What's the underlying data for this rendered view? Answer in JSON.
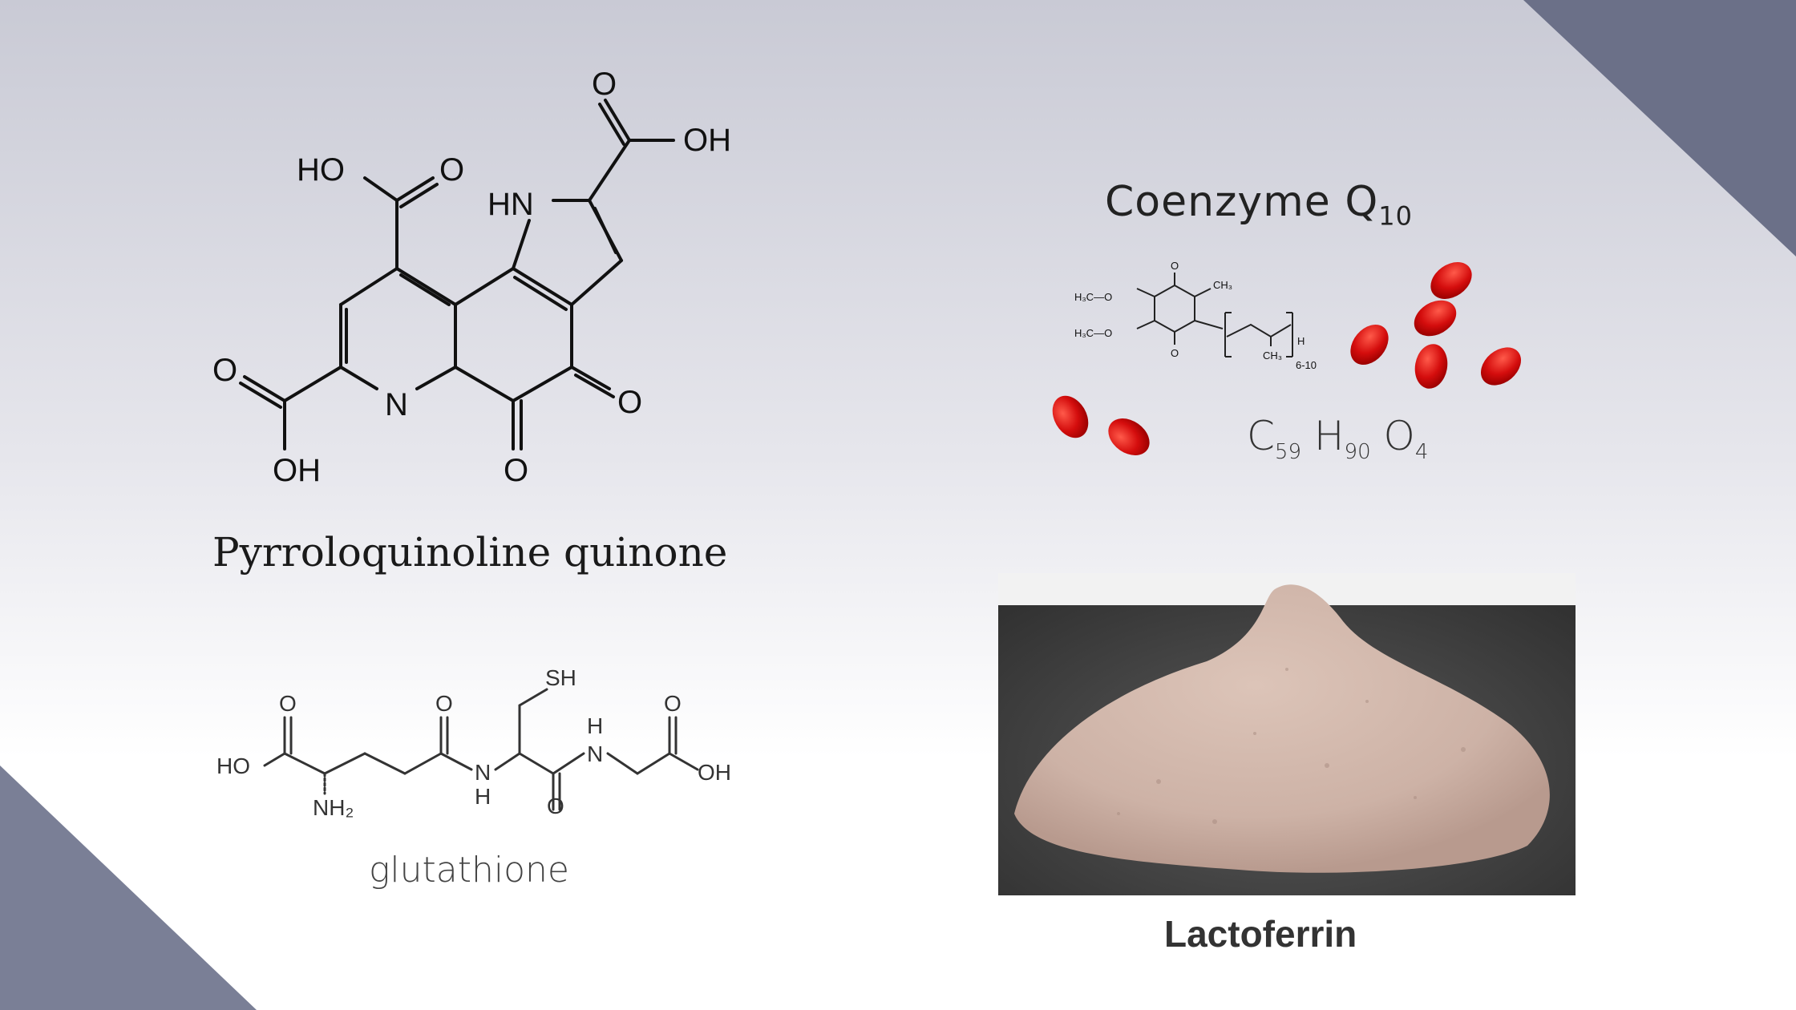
{
  "colors": {
    "corner_shape": "#6b7088",
    "capsule": "#d40d0d",
    "powder": "#d2b8ac",
    "tray": "#4a4a4a"
  },
  "pqq": {
    "name": "Pyrroloquinoline quinone",
    "atoms": {
      "oh_top_right": "OH",
      "ho_left": "HO",
      "o_carbonyl_left": "O",
      "hn": "HN",
      "n_ring": "N",
      "o_acid_left": "O",
      "oh_bottom": "OH",
      "o_quinone_bottom": "O",
      "o_quinone_right": "O"
    }
  },
  "coq10": {
    "title": "Coenzyme Q",
    "title_subscript": "10",
    "formula": {
      "c": "C",
      "c_sub": "59",
      "h": "H",
      "h_sub": "90",
      "o": "O",
      "o_sub": "4"
    },
    "structure_labels": {
      "h3co_top": "H₃C—O",
      "h3co_bottom": "H₃C—O",
      "o_top": "O",
      "o_bottom": "O",
      "ch3_ring": "CH₃",
      "ch3_chain": "CH₃",
      "h_end": "H",
      "repeat": "6-10"
    }
  },
  "glutathione": {
    "name": "glutathione",
    "atoms": {
      "sh": "SH",
      "ho": "HO",
      "nh2": "NH₂",
      "o1": "O",
      "o2": "O",
      "o3": "O",
      "o4": "O",
      "nh_left_n": "N",
      "nh_left_h": "H",
      "nh_right_h": "H",
      "nh_right_n": "N",
      "oh": "OH"
    }
  },
  "lactoferrin": {
    "name": "Lactoferrin"
  }
}
